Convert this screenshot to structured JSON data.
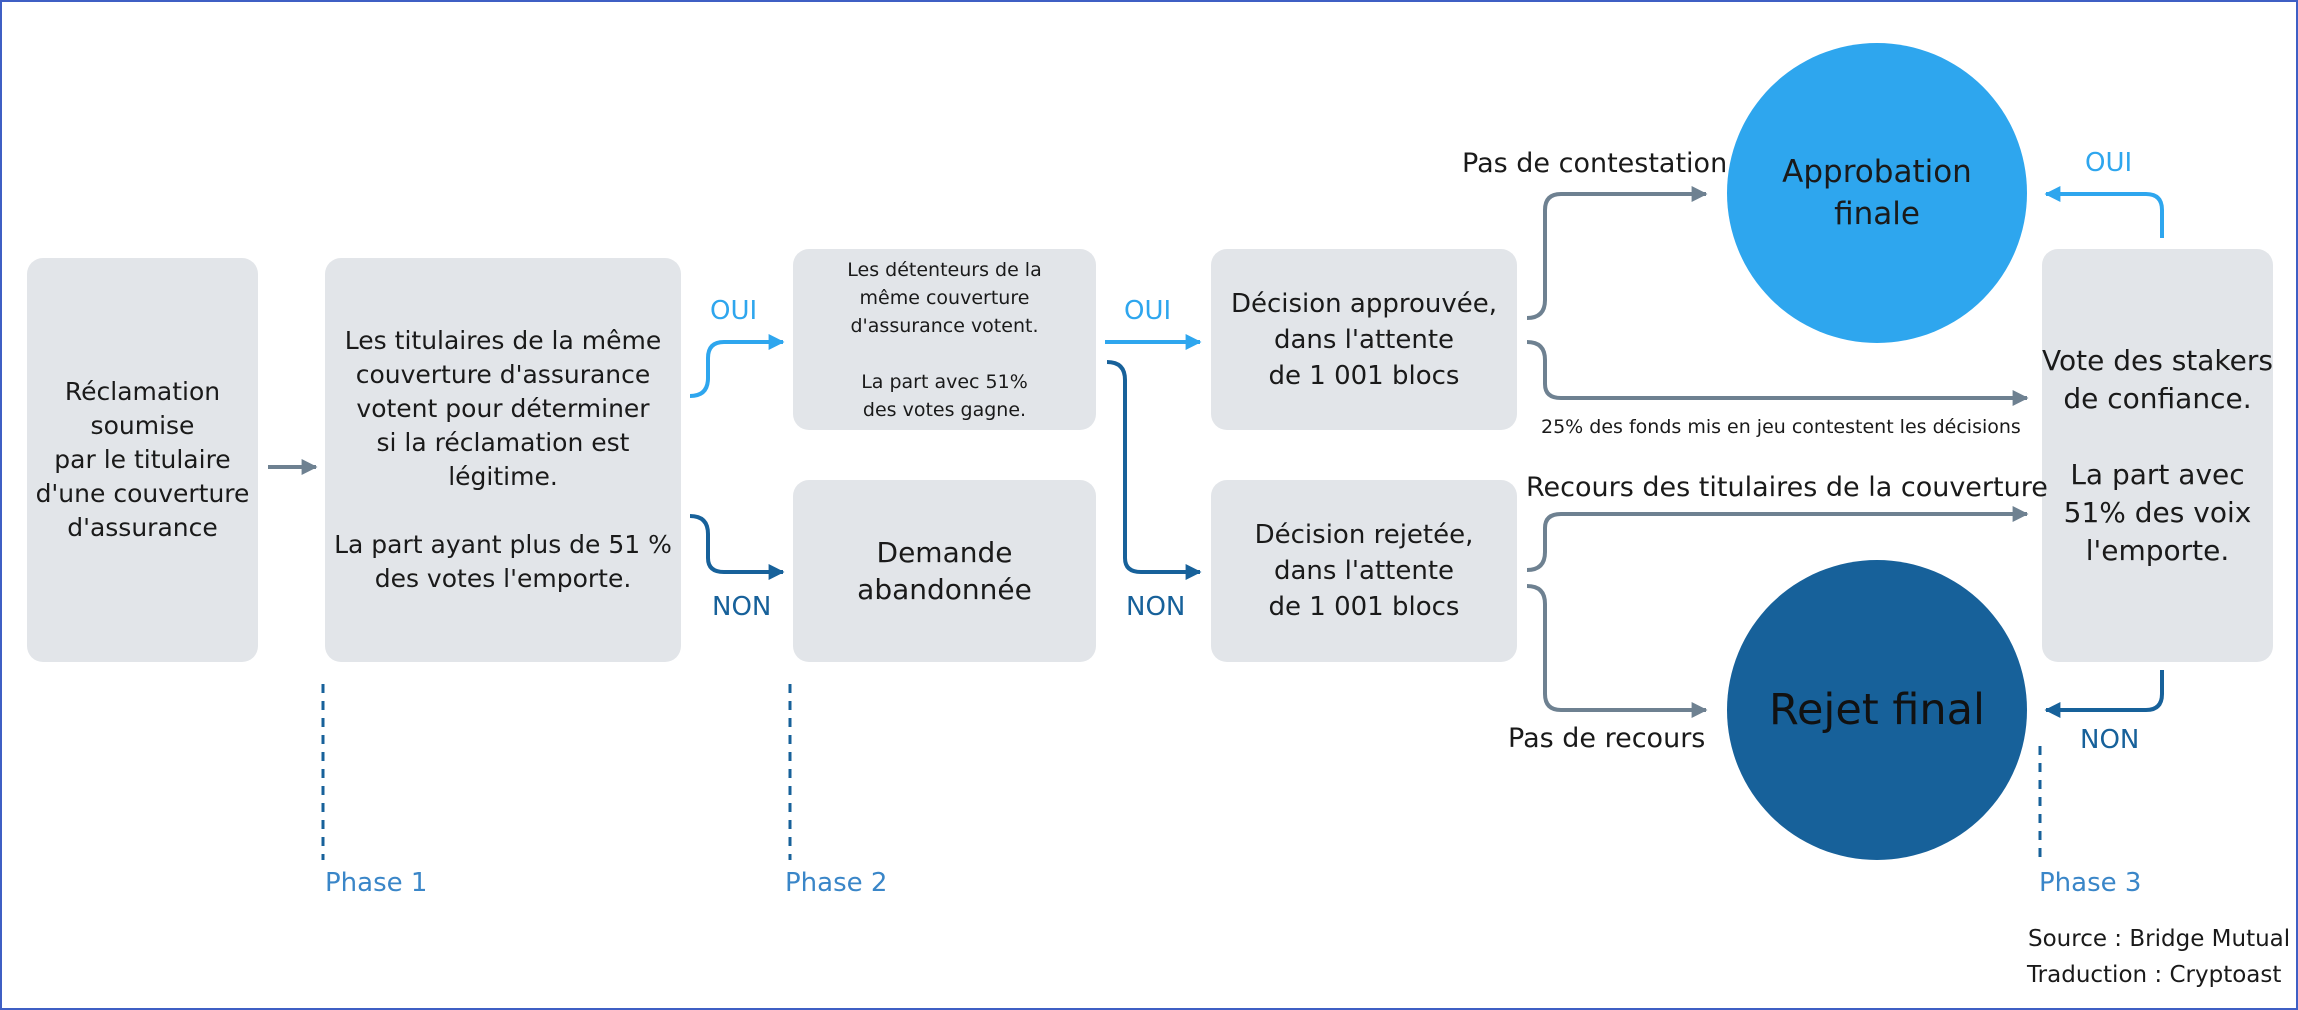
{
  "boxes": {
    "submitted": "Réclamation\nsoumise\npar le titulaire\nd'une couverture\nd'assurance",
    "holders_vote": "Les titulaires de la même\ncouverture d'assurance\nvotent pour déterminer\nsi la réclamation est légitime.\n\nLa part ayant plus de 51 %\ndes votes l'emporte.",
    "same_cover_vote": "Les détenteurs de la\nmême couverture\nd'assurance votent.\n\nLa part avec 51%\ndes votes gagne.",
    "abandoned": "Demande\nabandonnée",
    "approved": "Décision approuvée,\ndans l'attente\nde 1 001 blocs",
    "rejected": "Décision rejetée,\ndans l'attente\nde 1 001 blocs",
    "stakers_vote": "Vote des stakers\nde confiance.\n\nLa part avec\n51%  des voix\nl'emporte."
  },
  "circles": {
    "final_approval": "Approbation\nfinale",
    "final_rejection": "Rejet final"
  },
  "labels": {
    "oui_1": "OUI",
    "non_1": "NON",
    "oui_2": "OUI",
    "non_2": "NON",
    "oui_3": "OUI",
    "non_3": "NON",
    "no_contest": "Pas de contestation",
    "contest_25": "25% des fonds mis en jeu contestent les décisions",
    "holders_appeal": "Recours des titulaires de la couverture",
    "no_appeal": "Pas de recours"
  },
  "phases": {
    "phase1": "Phase 1",
    "phase2": "Phase 2",
    "phase3": "Phase 3"
  },
  "credits": {
    "source": "Source : Bridge Mutual",
    "translation": "Traduction : Cryptoast"
  },
  "colors": {
    "box_fill": "#e2e5e9",
    "light_blue": "#2ea6ee",
    "dark_blue": "#17619a",
    "gray_arrow": "#6e8191",
    "frame": "#3f5fc4"
  }
}
